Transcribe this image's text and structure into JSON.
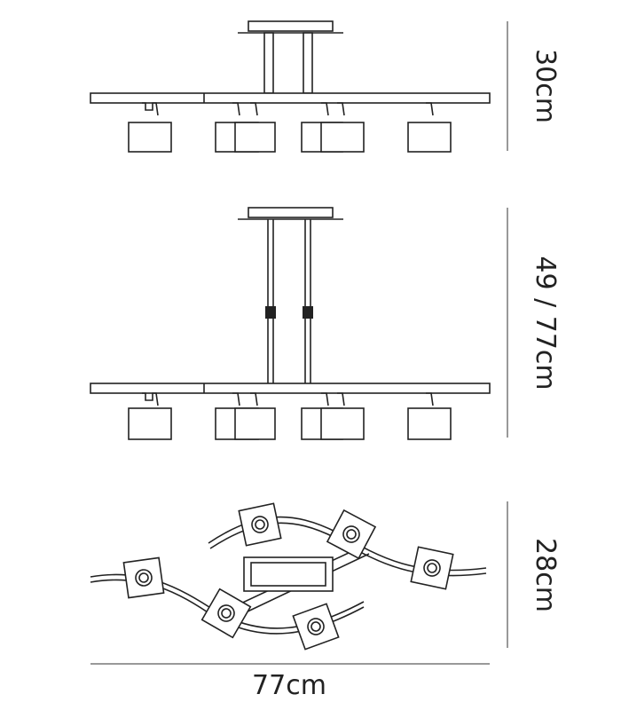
{
  "dimensions": {
    "height_close": "30cm",
    "height_drop": "49 / 77cm",
    "depth": "28cm",
    "width": "77cm"
  },
  "colors": {
    "line": "#222222",
    "background": "#ffffff"
  }
}
